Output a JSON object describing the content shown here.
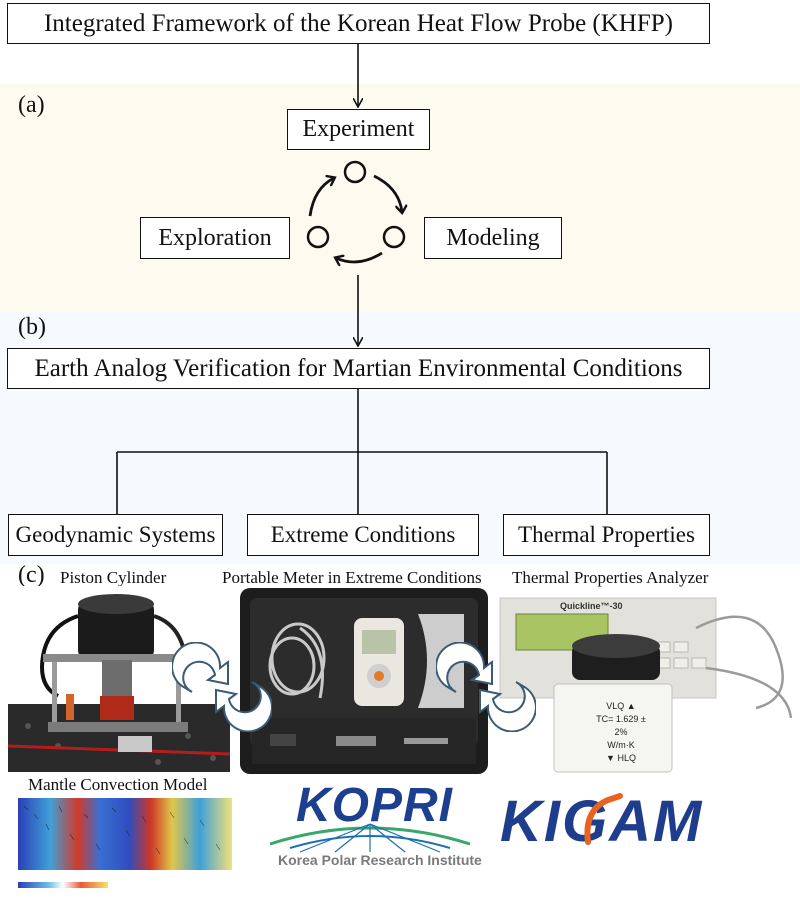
{
  "title": "Integrated Framework of the Korean Heat Flow Probe (KHFP)",
  "section_a": {
    "label": "(a)",
    "experiment": "Experiment",
    "exploration": "Exploration",
    "modeling": "Modeling"
  },
  "section_b": {
    "label": "(b)",
    "header": "Earth Analog Verification for Martian Environmental Conditions",
    "branches": [
      "Geodynamic Systems",
      "Extreme Conditions",
      "Thermal Properties"
    ]
  },
  "section_c": {
    "label": "(c)",
    "piston_caption": "Piston Cylinder",
    "portable_caption": "Portable Meter in Extreme Conditions",
    "analyzer_caption": "Thermal Properties Analyzer",
    "mantle_caption": "Mantle Convection Model",
    "analyzer_screen": "Quickline™-30",
    "probe_label_1": "VLQ ▲",
    "probe_label_2": "TC= 1.629 ± 2%",
    "probe_label_3": "W/m·K",
    "probe_label_4": "▼ HLQ"
  },
  "logos": {
    "kopri_name": "KOPRI",
    "kopri_subtitle": "Korea Polar Research Institute",
    "kigam_name": "KIGAM"
  },
  "colors": {
    "band_a": "#fdfbef",
    "band_b": "#f6f9fd",
    "kopri_blue": "#1c3f8f",
    "kopri_green": "#39a66a",
    "kigam_blue": "#1e3d8c",
    "kigam_orange": "#e8641e"
  }
}
